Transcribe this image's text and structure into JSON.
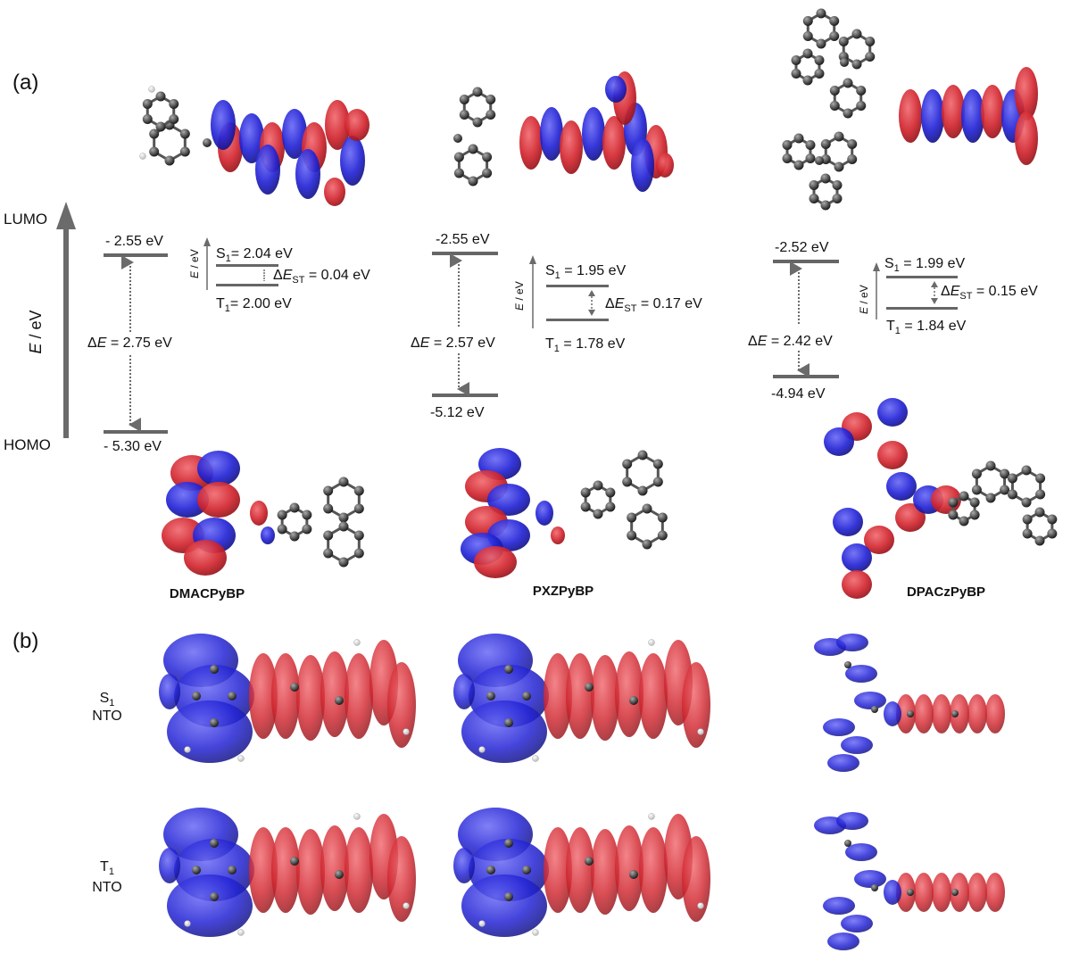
{
  "panels": {
    "a": "(a)",
    "b": "(b)"
  },
  "axis": {
    "lumo": "LUMO",
    "homo": "HOMO",
    "energy_sym": "E",
    "energy_unit": " / eV"
  },
  "mini_axis": {
    "sym": "E",
    "unit": " / eV"
  },
  "molecules": [
    {
      "name": "DMACPyBP",
      "lumo": "- 2.55 eV",
      "homo": "- 5.30 eV",
      "gap": "= 2.75 eV",
      "s1": "= 2.04 eV",
      "t1": "= 2.00 eV",
      "dest": "= 0.04 eV"
    },
    {
      "name": "PXZPyBP",
      "lumo": "-2.55 eV",
      "homo": "-5.12 eV",
      "gap": "= 2.57 eV",
      "s1": "= 1.95 eV",
      "t1": "= 1.78 eV",
      "dest": "= 0.17 eV"
    },
    {
      "name": "DPACzPyBP",
      "lumo": "-2.52 eV",
      "homo": "-4.94 eV",
      "gap": "= 2.42 eV",
      "s1": "= 1.99 eV",
      "t1": "= 1.84 eV",
      "dest": "= 0.15 eV"
    }
  ],
  "nto_rows": [
    {
      "state": "S",
      "sub": "1",
      "label": "NTO"
    },
    {
      "state": "T",
      "sub": "1",
      "label": "NTO"
    }
  ],
  "colors": {
    "lobe_red": "#d2262f",
    "lobe_blue": "#2424d6",
    "atom_c": "#3a3a3a",
    "atom_h": "#f2f2f2",
    "atom_n": "#2b3fd0",
    "atom_o": "#d11a1a",
    "level": "#666666",
    "arrow": "#6b6b6b"
  }
}
